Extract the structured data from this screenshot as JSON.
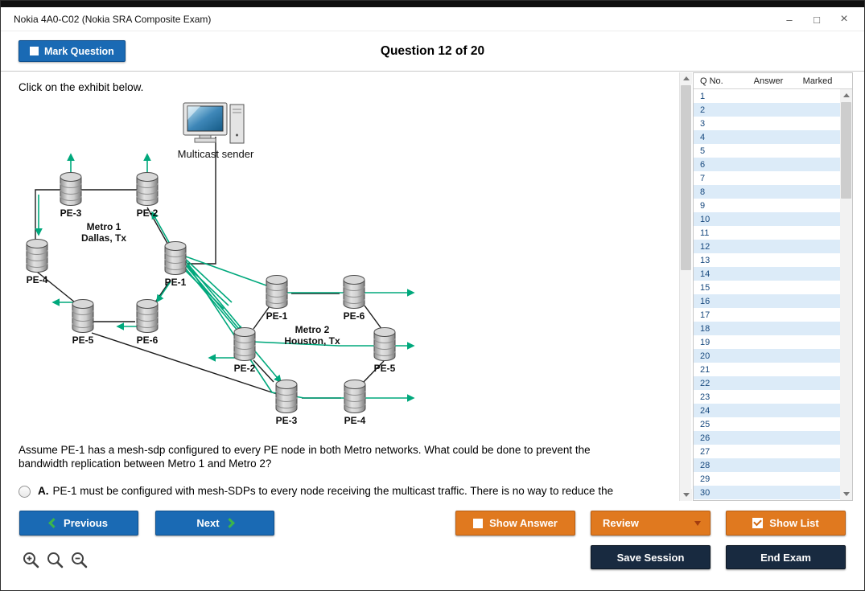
{
  "colors": {
    "primary_blue": "#1a6ab4",
    "accent_orange": "#e0791f",
    "dark_navy": "#182a40",
    "chevron_green": "#3cb54a",
    "diagram_green": "#00a87c",
    "row_alt": "#dcebf8"
  },
  "window": {
    "title": "Nokia 4A0-C02 (Nokia SRA Composite Exam)",
    "controls": {
      "minimize": "–",
      "maximize": "□",
      "close": "×"
    }
  },
  "header": {
    "mark_question_label": "Mark Question",
    "question_counter": "Question 12 of 20"
  },
  "question": {
    "prompt": "Click on the exhibit below.",
    "body": "Assume PE-1 has a mesh-sdp configured to every PE node in both Metro networks. What could be done to prevent the bandwidth replication between Metro 1 and Metro 2?",
    "options": [
      {
        "letter": "A.",
        "text": "PE-1 must be configured with mesh-SDPs to every node receiving the multicast traffic. There is no way to reduce the"
      }
    ]
  },
  "diagram": {
    "sender_label": "Multicast sender",
    "metro1": {
      "name": "Metro 1",
      "location": "Dallas, Tx",
      "nodes": [
        "PE-3",
        "PE-2",
        "PE-4",
        "PE-1",
        "PE-5",
        "PE-6"
      ]
    },
    "metro2": {
      "name": "Metro 2",
      "location": "Houston, Tx",
      "nodes": [
        "PE-1",
        "PE-6",
        "PE-2",
        "PE-5",
        "PE-3",
        "PE-4"
      ]
    }
  },
  "sidebar": {
    "columns": [
      "Q No.",
      "Answer",
      "Marked"
    ],
    "rows": [
      "1",
      "2",
      "3",
      "4",
      "5",
      "6",
      "7",
      "8",
      "9",
      "10",
      "11",
      "12",
      "13",
      "14",
      "15",
      "16",
      "17",
      "18",
      "19",
      "20",
      "21",
      "22",
      "23",
      "24",
      "25",
      "26",
      "27",
      "28",
      "29",
      "30"
    ]
  },
  "toolbar": {
    "previous": "Previous",
    "next": "Next",
    "show_answer": "Show Answer",
    "review": "Review",
    "show_list": "Show List",
    "save_session": "Save Session",
    "end_exam": "End Exam"
  }
}
